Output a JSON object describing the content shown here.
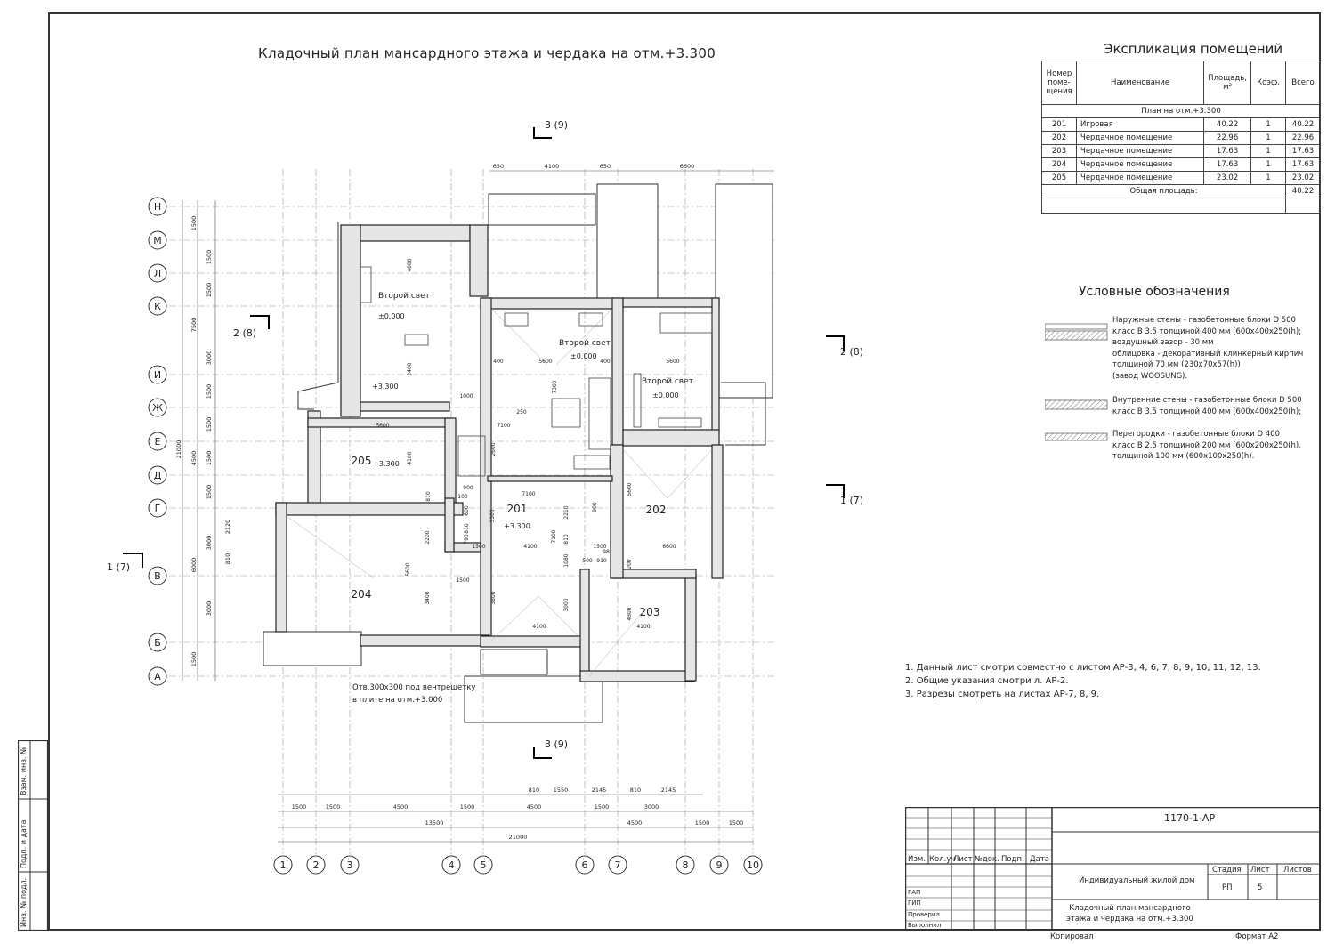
{
  "drawing": {
    "title": "Кладочный план мансардного этажа и чердака на отм.+3.300",
    "section_marks": [
      "3 (9)",
      "2 (8)",
      "2 (8)",
      "1 (7)",
      "1 (7)",
      "3 (9)"
    ],
    "axes_letters": [
      "Н",
      "М",
      "Л",
      "К",
      "И",
      "Ж",
      "Е",
      "Д",
      "Г",
      "В",
      "Б",
      "А"
    ],
    "axes_numbers": [
      "1",
      "2",
      "3",
      "4",
      "5",
      "6",
      "7",
      "8",
      "9",
      "10"
    ],
    "top_dimensions": [
      "650",
      "4100",
      "650",
      "6600"
    ],
    "bottom_dimensions_row1": [
      "810",
      "1550",
      "2145",
      "810",
      "2145"
    ],
    "bottom_dimensions_row2": [
      "1500",
      "1500",
      "4500",
      "1500",
      "4500",
      "1500",
      "3000",
      "1500",
      "1500"
    ],
    "bottom_dimensions_row3": [
      "13500",
      "4500"
    ],
    "bottom_dimension_total": "21000",
    "left_dimensions_outer": [
      "1500",
      "1500",
      "1500",
      "7500",
      "3000",
      "1500",
      "1500",
      "1500",
      "1500",
      "4500",
      "6000",
      "1500"
    ],
    "left_dimension_total": "21000",
    "left_dimensions_inner": [
      "3000",
      "3000",
      "2120",
      "810"
    ],
    "rooms": [
      {
        "num": "201",
        "level": "+3.300"
      },
      {
        "num": "202",
        "level": ""
      },
      {
        "num": "203",
        "level": ""
      },
      {
        "num": "204",
        "level": ""
      },
      {
        "num": "205",
        "level": "+3.300"
      }
    ],
    "second_light_label": "Второй свет",
    "second_light_level": "±0.000",
    "level_3300": "+3.300",
    "inner_dims": [
      "5600",
      "4100",
      "2400",
      "1000",
      "5600",
      "7100",
      "7300",
      "250",
      "2600",
      "900",
      "100",
      "600",
      "810",
      "3300",
      "7100",
      "2210",
      "900",
      "1500",
      "810",
      "2200",
      "790",
      "810",
      "1500",
      "4100",
      "7100",
      "1080",
      "910",
      "98",
      "500",
      "200",
      "3400",
      "5600",
      "3800",
      "3000",
      "4300",
      "4100",
      "4100",
      "1500",
      "400",
      "5600",
      "400",
      "5600",
      "6600",
      "4800"
    ],
    "vent_note_line1": "Отв.300х300 под вентрешетку",
    "vent_note_line2": "в плите на отм.+3.000"
  },
  "explication": {
    "title": "Экспликация помещений",
    "headers": [
      "Номер поме-щения",
      "Наименование",
      "Площадь, м²",
      "Коэф.",
      "Всего"
    ],
    "section": "План на отм.+3.300",
    "rows": [
      {
        "num": "201",
        "name": "Игровая",
        "area": "40.22",
        "k": "1",
        "total": "40.22"
      },
      {
        "num": "202",
        "name": "Чердачное помещение",
        "area": "22.96",
        "k": "1",
        "total": "22.96"
      },
      {
        "num": "203",
        "name": "Чердачное помещение",
        "area": "17.63",
        "k": "1",
        "total": "17.63"
      },
      {
        "num": "204",
        "name": "Чердачное помещение",
        "area": "17.63",
        "k": "1",
        "total": "17.63"
      },
      {
        "num": "205",
        "name": "Чердачное помещение",
        "area": "23.02",
        "k": "1",
        "total": "23.02"
      }
    ],
    "total_label": "Общая площадь:",
    "total_value": "40.22"
  },
  "legend": {
    "title": "Условные обозначения",
    "items": [
      {
        "lines": [
          "Наружные стены - газобетонные блоки D 500",
          "класс В 3.5 толщиной 400 мм (600х400х250(h);",
          "воздушный зазор - 30 мм",
          "облицовка - декоративный клинкерный кирпич",
          "толщиной 70 мм (230х70х57(h))",
          "(завод WOOSUNG)."
        ]
      },
      {
        "lines": [
          "Внутренние стены - газобетонные блоки D 500",
          "класс В 3.5 толщиной 400 мм (600х400х250(h);"
        ]
      },
      {
        "lines": [
          "Перегородки - газобетонные блоки D 400",
          "класс В 2.5 толщиной 200 мм (600х200х250(h),",
          "толщиной 100 мм (600х100х250(h)."
        ]
      }
    ]
  },
  "notes": [
    "1. Данный лист смотри совместно с листом АР-3, 4, 6, 7, 8, 9, 10, 11, 12, 13.",
    "2. Общие указания смотри л. АР-2.",
    "3. Разрезы смотреть на листах АР-7, 8, 9."
  ],
  "stamp": {
    "code": "1170-1-АР",
    "cols": [
      "Изм.",
      "Кол.уч",
      "Лист",
      "№док.",
      "Подп.",
      "Дата"
    ],
    "roles": [
      "ГАП",
      "ГИП",
      "Проверил",
      "Выполнил"
    ],
    "object": "Индивидуальный жилой дом",
    "sheet_title": "Кладочный план мансардного этажа и чердака на отм.+3.300",
    "stage_label": "Стадия",
    "sheet_label": "Лист",
    "sheets_label": "Листов",
    "stage": "РП",
    "sheet": "5",
    "copied": "Копировал",
    "format": "Формат А2"
  },
  "side_stamp": [
    "Инв. № подл.",
    "Подп. и дата",
    "Взам. инв. №"
  ]
}
